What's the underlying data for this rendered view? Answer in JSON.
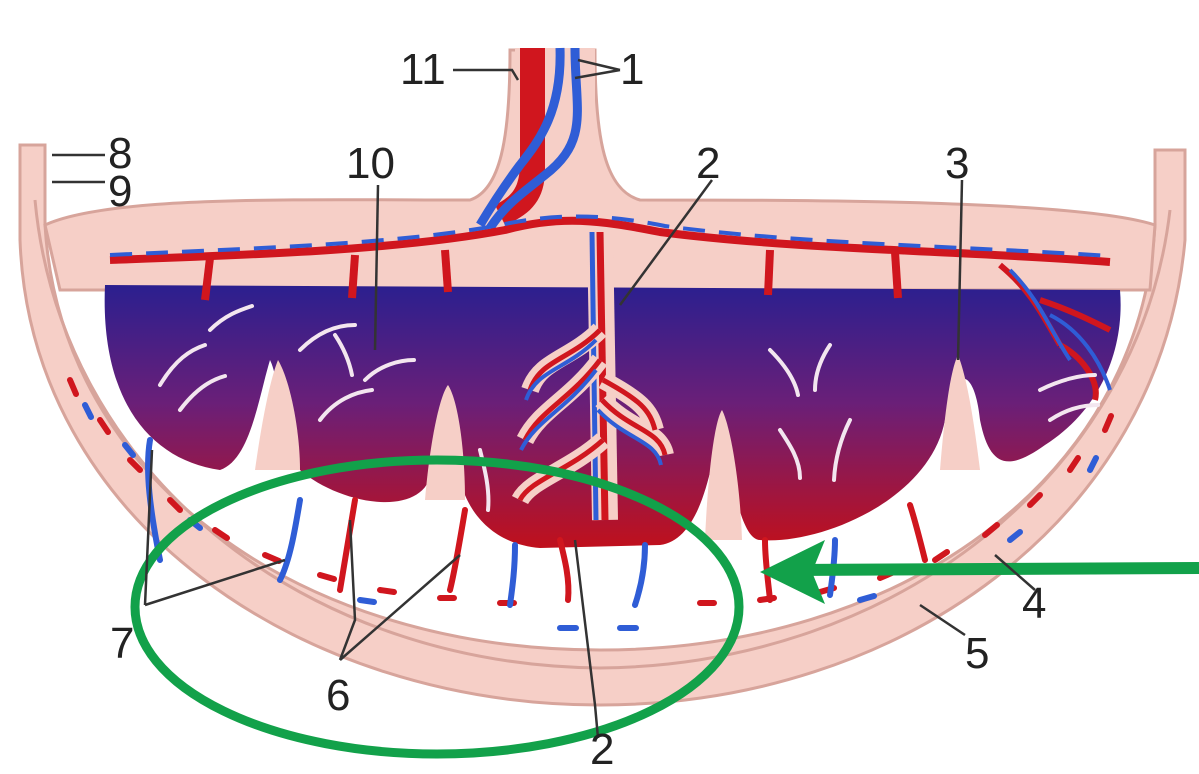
{
  "colors": {
    "tissue": "#f6cfc7",
    "tissue_stroke": "#d7a49b",
    "artery": "#d0161e",
    "vein": "#2f5dd6",
    "space_top": "#2b1f8f",
    "space_bottom": "#c0101c",
    "highlight": "#12a14a"
  },
  "labels": {
    "l1": "1",
    "l2": "2",
    "l2b": "2",
    "l3": "3",
    "l4": "4",
    "l5": "5",
    "l6": "6",
    "l7": "7",
    "l8": "8",
    "l9": "9",
    "l10": "10",
    "l11": "11"
  },
  "icons": {
    "highlight": "ellipse-highlight",
    "pointer": "arrow-left-icon"
  }
}
